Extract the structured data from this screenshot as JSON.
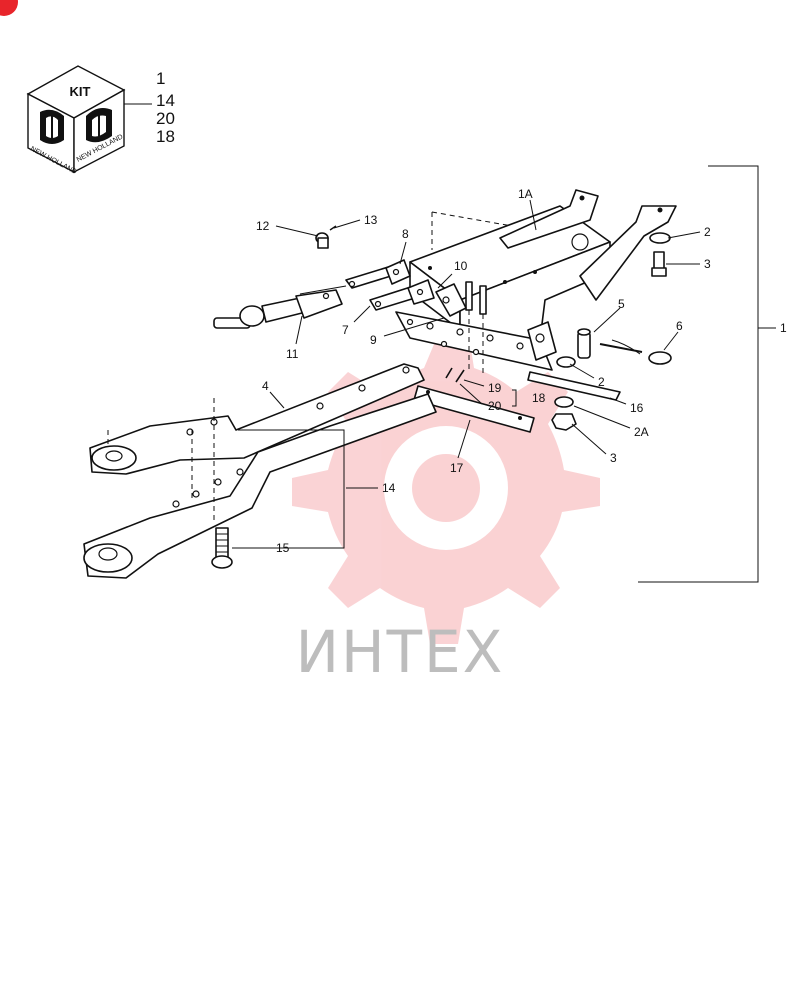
{
  "kit": {
    "label": "KIT",
    "brand": "NEW HOLLAND",
    "numbers": [
      "1",
      "14",
      "20",
      "18"
    ]
  },
  "watermark": {
    "text": "ИНТЕХ",
    "color": "#e8252b"
  },
  "callouts": {
    "c1a": "1A",
    "c2a": "2",
    "c3a": "3",
    "c5": "5",
    "c6": "6",
    "c1": "1",
    "c12": "12",
    "c13": "13",
    "c8": "8",
    "c10": "10",
    "c7": "7",
    "c9": "9",
    "c11": "11",
    "c4": "4",
    "c19": "19",
    "c20": "20",
    "c18": "18",
    "c2b": "2",
    "c16": "16",
    "c2A": "2A",
    "c3b": "3",
    "c17": "17",
    "c14": "14",
    "c15": "15"
  }
}
